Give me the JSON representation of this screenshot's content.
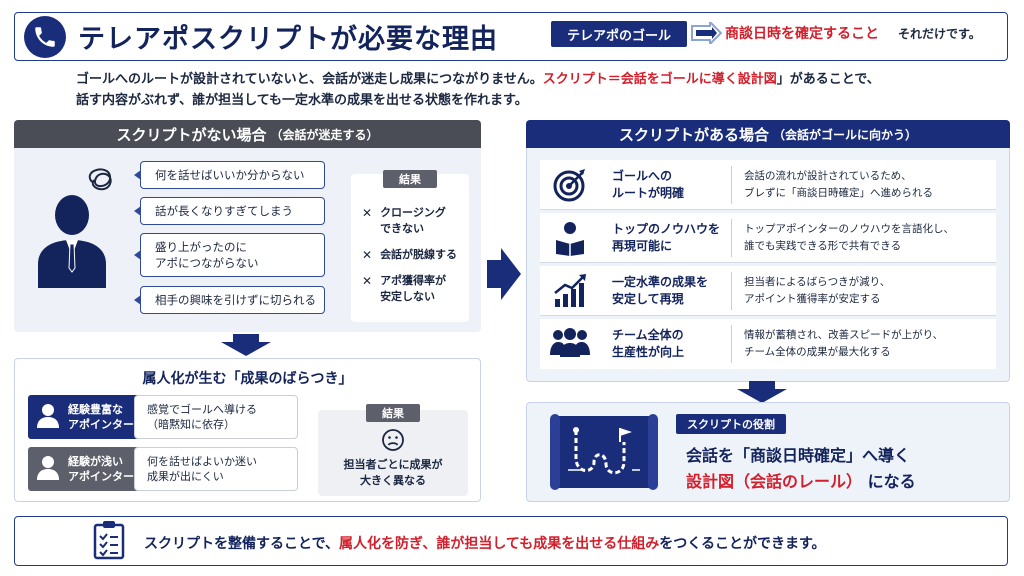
{
  "header": {
    "title": "テレアポスクリプトが必要な理由",
    "goal_badge": "テレアポのゴール",
    "goal_text": "商談日時を確定すること",
    "goal_suffix": "それだけです。"
  },
  "intro": {
    "part1": "ゴールへのルートが設計されていないと、会話が迷走し成果につながりません。",
    "highlight": "スクリプト＝会話をゴールに導く設計図",
    "part2": "」があることで、",
    "line2": "話す内容がぶれず、誰が担当しても一定水準の成果を出せる状態を作れます。"
  },
  "without_script": {
    "heading": "スクリプトがない場合",
    "heading_note": "（会話が迷走する）",
    "problems": [
      "何を話せばいいか分からない",
      "話が長くなりすぎてしまう",
      "盛り上がったのに",
      "アポにつながらない",
      "相手の興味を引けずに切られる"
    ],
    "result_label": "結果",
    "results": [
      {
        "line1": "クロージング",
        "line2": "できない"
      },
      {
        "line1": "会話が脱線する",
        "line2": ""
      },
      {
        "line1": "アポ獲得率が",
        "line2": "安定しない"
      }
    ],
    "x_mark": "✕"
  },
  "individualization": {
    "title": "属人化が生む「成果のばらつき」",
    "experienced": {
      "line1": "経験豊富な",
      "line2": "アポインター",
      "desc1": "感覚でゴールへ導ける",
      "desc2": "（暗黙知に依存）"
    },
    "inexperienced": {
      "line1": "経験が浅い",
      "line2": "アポインター",
      "desc1": "何を話せばよいか迷い",
      "desc2": "成果が出にくい"
    },
    "result_label": "結果",
    "result_line1": "担当者ごとに成果が",
    "result_line2": "大きく異なる"
  },
  "with_script": {
    "heading": "スクリプトがある場合",
    "heading_note": "（会話がゴールに向かう）",
    "benefits": [
      {
        "icon": "target-icon",
        "title1": "ゴールへの",
        "title2": "ルートが明確",
        "desc1": "会話の流れが設計されているため、",
        "desc2": "ブレずに「商談日時確定」へ進められる"
      },
      {
        "icon": "reading-person-icon",
        "title1": "トップのノウハウを",
        "title2": "再現可能に",
        "desc1": "トップアポインターのノウハウを言語化し、",
        "desc2": "誰でも実践できる形で共有できる"
      },
      {
        "icon": "growth-chart-icon",
        "title1": "一定水準の成果を",
        "title2": "安定して再現",
        "desc1": "担当者によるばらつきが減り、",
        "desc2": "アポイント獲得率が安定する"
      },
      {
        "icon": "team-icon",
        "title1": "チーム全体の",
        "title2": "生産性が向上",
        "desc1": "情報が蓄積され、改善スピードが上がり、",
        "desc2": "チーム全体の成果が最大化する"
      }
    ]
  },
  "script_role": {
    "badge": "スクリプトの役割",
    "line1": "会話を「商談日時確定」へ導く",
    "line2_red": "設計図（会話のレール）",
    "line2_tail": "になる"
  },
  "banner": {
    "part1": "スクリプトを整備することで、",
    "highlight": "属人化を防ぎ、誰が担当しても成果を出せる仕組み",
    "part2": "をつくることができます。"
  },
  "colors": {
    "navy": "#1a2d7a",
    "red": "#d31f2b",
    "gray_header": "#4a4d55"
  }
}
